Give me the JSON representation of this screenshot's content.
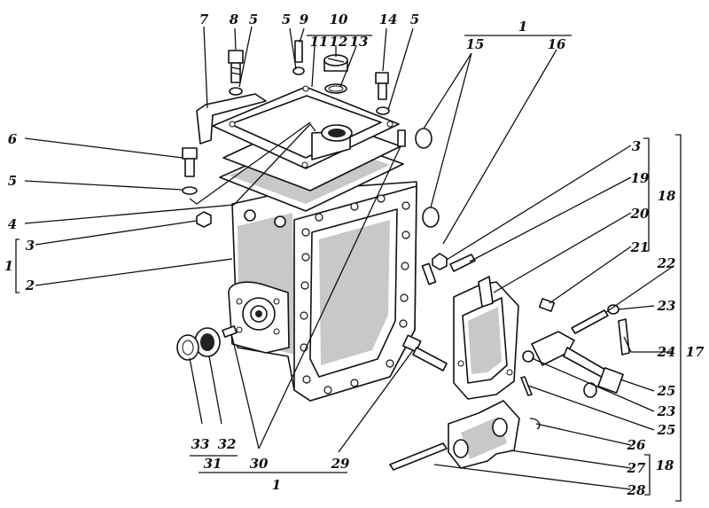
{
  "callouts": {
    "c7": "7",
    "c8": "8",
    "c5a": "5",
    "c5b": "5",
    "c9": "9",
    "c10": "10",
    "c11": "11",
    "c12": "12",
    "c13": "13",
    "c14": "14",
    "c5c": "5",
    "c1top": "1",
    "c15": "15",
    "c16": "16",
    "c6": "6",
    "c5d": "5",
    "c4": "4",
    "c3a": "3",
    "c1left": "1",
    "c2": "2",
    "c3b": "3",
    "c19": "19",
    "c18a": "18",
    "c20": "20",
    "c21": "21",
    "c22": "22",
    "c23a": "23",
    "c24": "24",
    "c17": "17",
    "c25a": "25",
    "c23b": "23",
    "c25b": "25",
    "c26": "26",
    "c27": "27",
    "c18b": "18",
    "c28": "28",
    "c33": "33",
    "c32": "32",
    "c31": "31",
    "c30": "30",
    "c29": "29",
    "c1bottom": "1"
  },
  "colors": {
    "ink": "#111111",
    "paper": "#ffffff",
    "shade": "#9a9a9a"
  }
}
